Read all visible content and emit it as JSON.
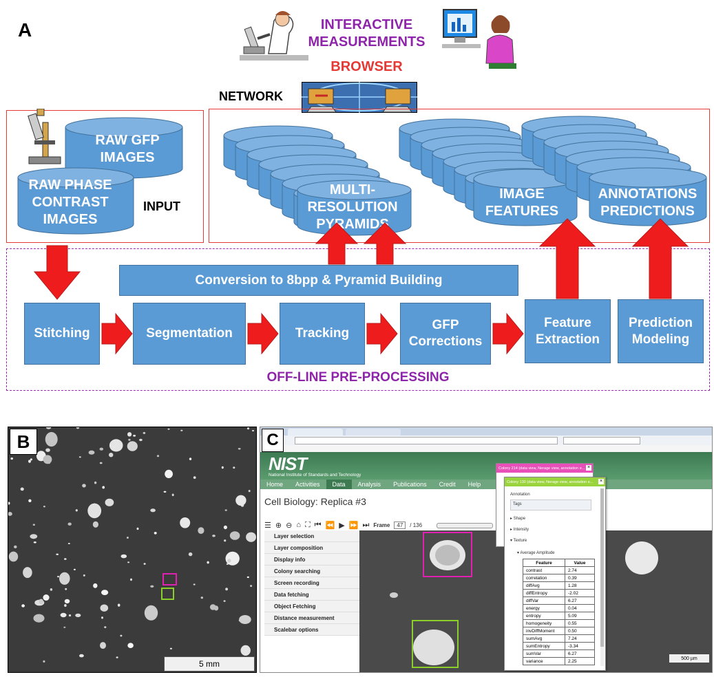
{
  "panelA": {
    "letter": "A",
    "interactive_title": [
      "INTERACTIVE",
      "MEASUREMENTS"
    ],
    "browser_label": "BROWSER",
    "network_label": "NETWORK",
    "input_label": "INPUT",
    "raw_gfp": [
      "RAW GFP",
      "IMAGES"
    ],
    "raw_phase": [
      "RAW PHASE",
      "CONTRAST",
      "IMAGES"
    ],
    "pyramids": [
      "MULTI-",
      "RESOLUTION",
      "PYRAMIDS"
    ],
    "image_features": [
      "IMAGE",
      "FEATURES"
    ],
    "annotations": [
      "ANNOTATIONS",
      "PREDICTIONS"
    ],
    "conversion": "Conversion to 8bpp & Pyramid Building",
    "steps": [
      "Stitching",
      "Segmentation",
      "Tracking",
      "GFP Corrections",
      "Feature Extraction",
      "Prediction Modeling"
    ],
    "offline_label": "OFF-LINE PRE-PROCESSING"
  },
  "panelB": {
    "letter": "B",
    "scalebar": "5 mm"
  },
  "panelC": {
    "letter": "C",
    "logo": "NIST",
    "logo_sub": "National Institute of Standards and Technology",
    "nav": [
      "Home",
      "Activities",
      "Data",
      "Analysis",
      "Publications",
      "Credit",
      "Help"
    ],
    "page_title": "Cell Biology: Replica #3",
    "frame_label": "Frame",
    "frame_value": "47",
    "frame_total": "/ 136",
    "menu": [
      "Layer selection",
      "Layer composition",
      "Display info",
      "Colony searching",
      "Screen recording",
      "Data fetching",
      "Object Fetching",
      "Distance measurement",
      "Scalebar options"
    ],
    "popup_pink_title": "Colony 214 (data view, Nerage view, annotation e...",
    "popup_green_title": "Colony 130 (data view, Nerage view, annotation e...",
    "annotation_label": "Annotation",
    "tags_label": "Tags",
    "sections": [
      "Shape",
      "Intensity",
      "Texture"
    ],
    "avg_amp": "Average Amplitude",
    "table_headers": [
      "Feature",
      "Value"
    ],
    "table_rows": [
      [
        "contrast",
        "2.74"
      ],
      [
        "correlation",
        "0.39"
      ],
      [
        "diffAvg",
        "1.28"
      ],
      [
        "diffEntropy",
        "-2.02"
      ],
      [
        "diffVar",
        "6.27"
      ],
      [
        "energy",
        "0.04"
      ],
      [
        "entropy",
        "5.09"
      ],
      [
        "homogeneity",
        "0.55"
      ],
      [
        "invDiffMoment",
        "0.50"
      ],
      [
        "sumAvg",
        "7.24"
      ],
      [
        "sumEntropy",
        "-3.34"
      ],
      [
        "sumVar",
        "6.27"
      ],
      [
        "variance",
        "2.25"
      ]
    ],
    "scalebar": "500 µm"
  },
  "colors": {
    "blue": "#5b9bd5",
    "red": "#e53935",
    "purple": "#8e24aa",
    "nist_green": "#4a8c5c"
  }
}
